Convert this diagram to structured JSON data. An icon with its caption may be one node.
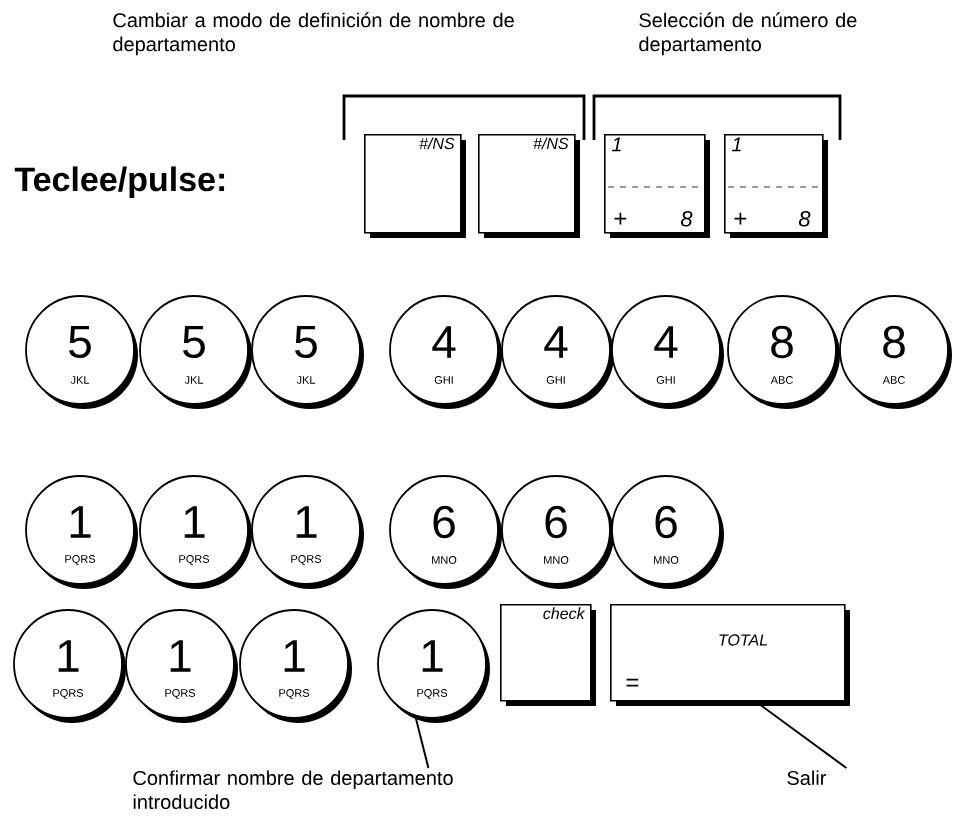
{
  "diagram": {
    "nodes": [
      {
        "text": [
          "#/NS"
        ]
      },
      {
        "text": [
          "#/NS"
        ]
      },
      {
        "text": [
          "1",
          "+",
          "8"
        ]
      },
      {
        "text": [
          "1",
          "+",
          "8"
        ]
      },
      {
        "text": [
          "5",
          "JKL"
        ]
      },
      {
        "text": [
          "5",
          "JKL"
        ]
      },
      {
        "text": [
          "5",
          "JKL"
        ]
      },
      {
        "text": [
          "4",
          "GHI"
        ]
      },
      {
        "text": [
          "4",
          "GHI"
        ]
      },
      {
        "text": [
          "4",
          "GHI"
        ]
      },
      {
        "text": [
          "8",
          "ABC"
        ]
      },
      {
        "text": [
          "8",
          "ABC"
        ]
      },
      {
        "text": [
          "1",
          "PQRS"
        ]
      },
      {
        "text": [
          "1",
          "PQRS"
        ]
      },
      {
        "text": [
          "1",
          "PQRS"
        ]
      },
      {
        "text": [
          "6",
          "MNO"
        ]
      },
      {
        "text": [
          "6",
          "MNO"
        ]
      },
      {
        "text": [
          "6",
          "MNO"
        ]
      },
      {
        "text": [
          "1",
          "PQRS"
        ]
      },
      {
        "text": [
          "1",
          "PQRS"
        ]
      },
      {
        "text": [
          "1",
          "PQRS"
        ]
      },
      {
        "text": [
          "1",
          "PQRS"
        ]
      },
      {
        "text": [
          "check"
        ]
      },
      {
        "text": [
          "=",
          "TOTAL"
        ]
      },
      {
        "text": [
          "Confirmar nombre de departamento introducido"
        ]
      },
      {
        "text": [
          "Salir"
        ]
      }
    ],
    "edges": [
      {
        "from": 24,
        "to": 21,
        "arrow": "none"
      },
      {
        "from": 25,
        "to": 23,
        "arrow": "none"
      }
    ],
    "labels": [
      "Cambiar a modo de definición de nombre de departamento",
      "Selección de número de departamento",
      "Teclee/pulse:"
    ]
  }
}
